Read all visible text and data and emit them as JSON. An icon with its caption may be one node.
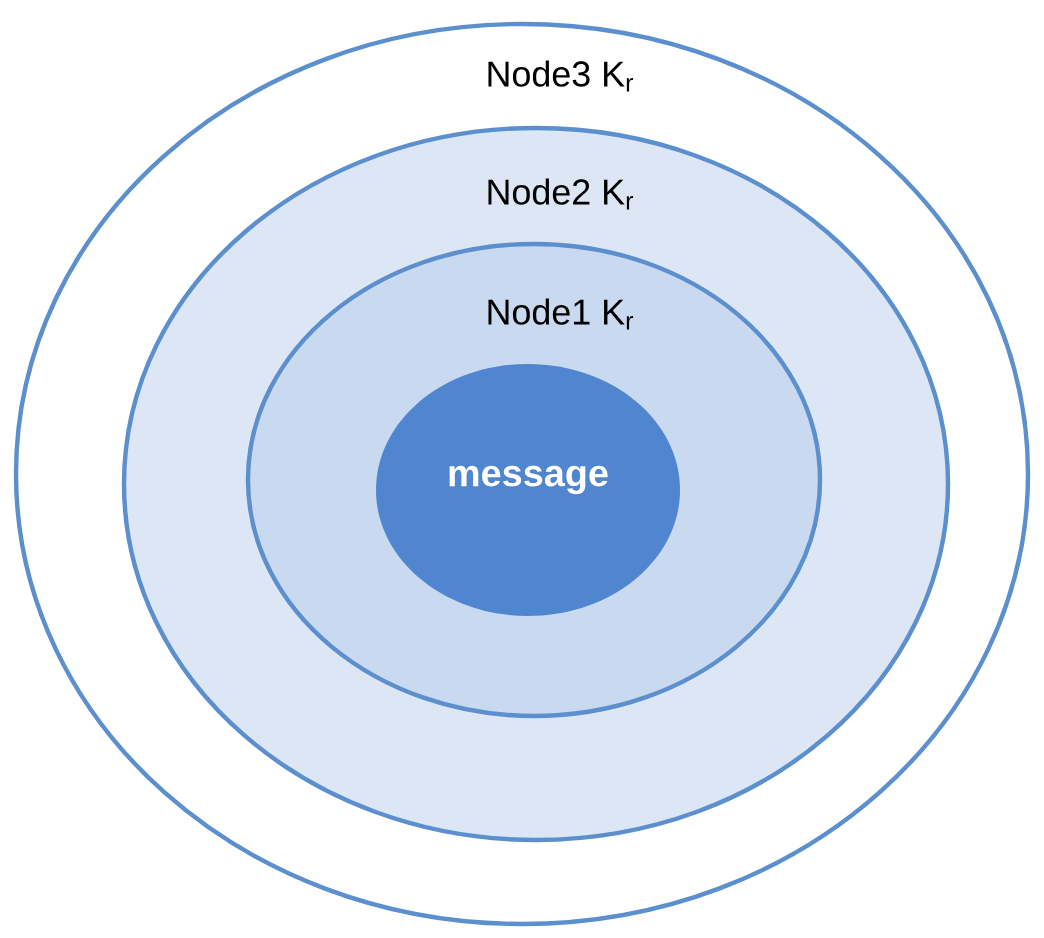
{
  "diagram": {
    "nodes": [
      {
        "text": [
          "Node3 K$_{r}$"
        ]
      },
      {
        "text": [
          "Node2 K$_{r}$"
        ],
        "in": 0
      },
      {
        "text": [
          "Node1 K$_{r}$"
        ],
        "in": 1
      },
      {
        "text": [
          "message"
        ],
        "in": 2
      }
    ]
  }
}
